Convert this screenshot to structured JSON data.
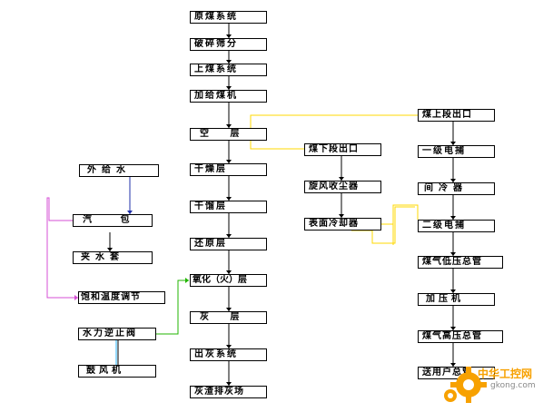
{
  "nodes": {
    "raw_coal": "原煤系统",
    "crush": "破碎筛分",
    "upper_coal": "上煤系统",
    "feeder": "加给煤机",
    "empty_layer": "空 层",
    "dry_layer": "干燥层",
    "dist_layer": "干馏层",
    "reduce_layer": "还原层",
    "oxid_layer": "氧化（火）层",
    "ash_layer": "灰 层",
    "ash_out": "出灰系统",
    "ash_yard": "灰渣排灰场",
    "ext_water": "外给水",
    "drum": "汽 包",
    "jacket": "夹水套",
    "sat_temp": "饱和温度调节",
    "check_valve": "水力逆止阀",
    "blower": "鼓风机",
    "lower_outlet": "煤下段出口",
    "cyclone": "旋风收尘器",
    "surface_cooler": "表面冷却器",
    "upper_outlet": "煤上段出口",
    "esp1": "一级电捕",
    "inter_cooler": "间冷器",
    "esp2": "二级电捕",
    "lp_header": "煤气低压总管",
    "compressor": "加压机",
    "hp_header": "煤气高压总管",
    "user": "送用户总管"
  },
  "watermark": {
    "brand": "中华工控网",
    "url": "gkong.com"
  },
  "colors": {
    "box_border": "#000000",
    "yellow_line": "#ffd800",
    "green_line": "#21b500",
    "magenta_line": "#d64fd6",
    "cyan_line": "#2bb5ff",
    "blue_line": "#1f2fa8"
  }
}
